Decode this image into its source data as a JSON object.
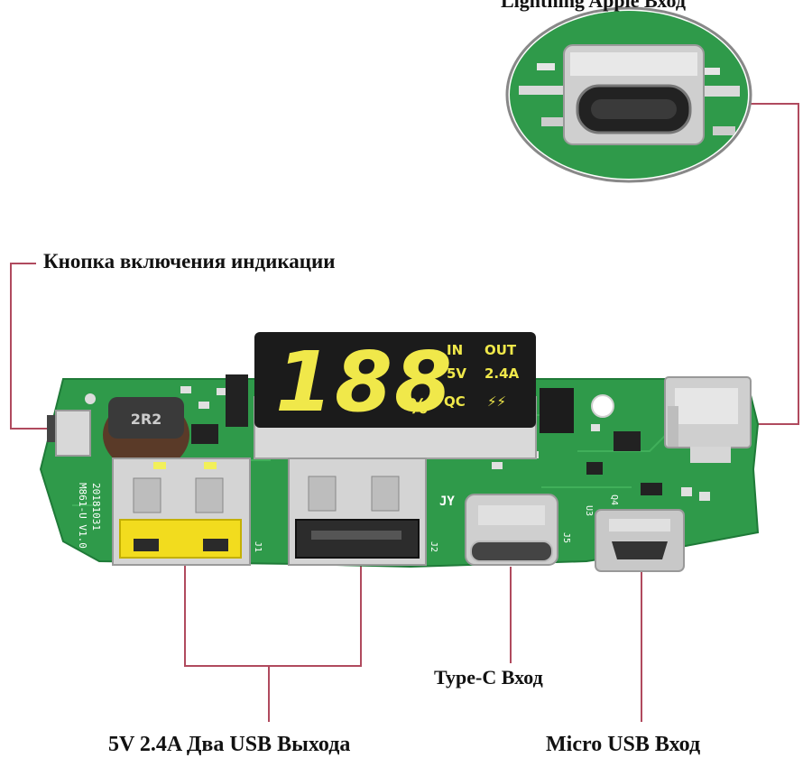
{
  "labels": {
    "lightning": "Lightning Apple Вход",
    "button": "Кнопка включения индикации",
    "usb_out": "5V 2.4A Два USB Выхода",
    "type_c": "Type-C Вход",
    "micro_usb": "Micro USB Вход"
  },
  "display": {
    "digits": "188",
    "percent": "%",
    "in_label": "IN",
    "out_label": "OUT",
    "in_value": "5V",
    "out_value": "2.4A",
    "qc_label": "QC",
    "bolt": "⚡⚡"
  },
  "board": {
    "inductor": "2R2",
    "model": "M861-U V1.0",
    "date": "20181031",
    "j1": "J1",
    "j2": "J2",
    "j5": "J5",
    "u3": "U3",
    "q4": "Q4",
    "logo": "JY"
  },
  "colors": {
    "pcb": "#2f9a4a",
    "pcb_dark": "#1f7a38",
    "leader_line": "#b04a5e",
    "display_bg": "#1b1b1b",
    "display_digit": "#f0e84a",
    "usb_yellow": "#f2dc1e"
  }
}
